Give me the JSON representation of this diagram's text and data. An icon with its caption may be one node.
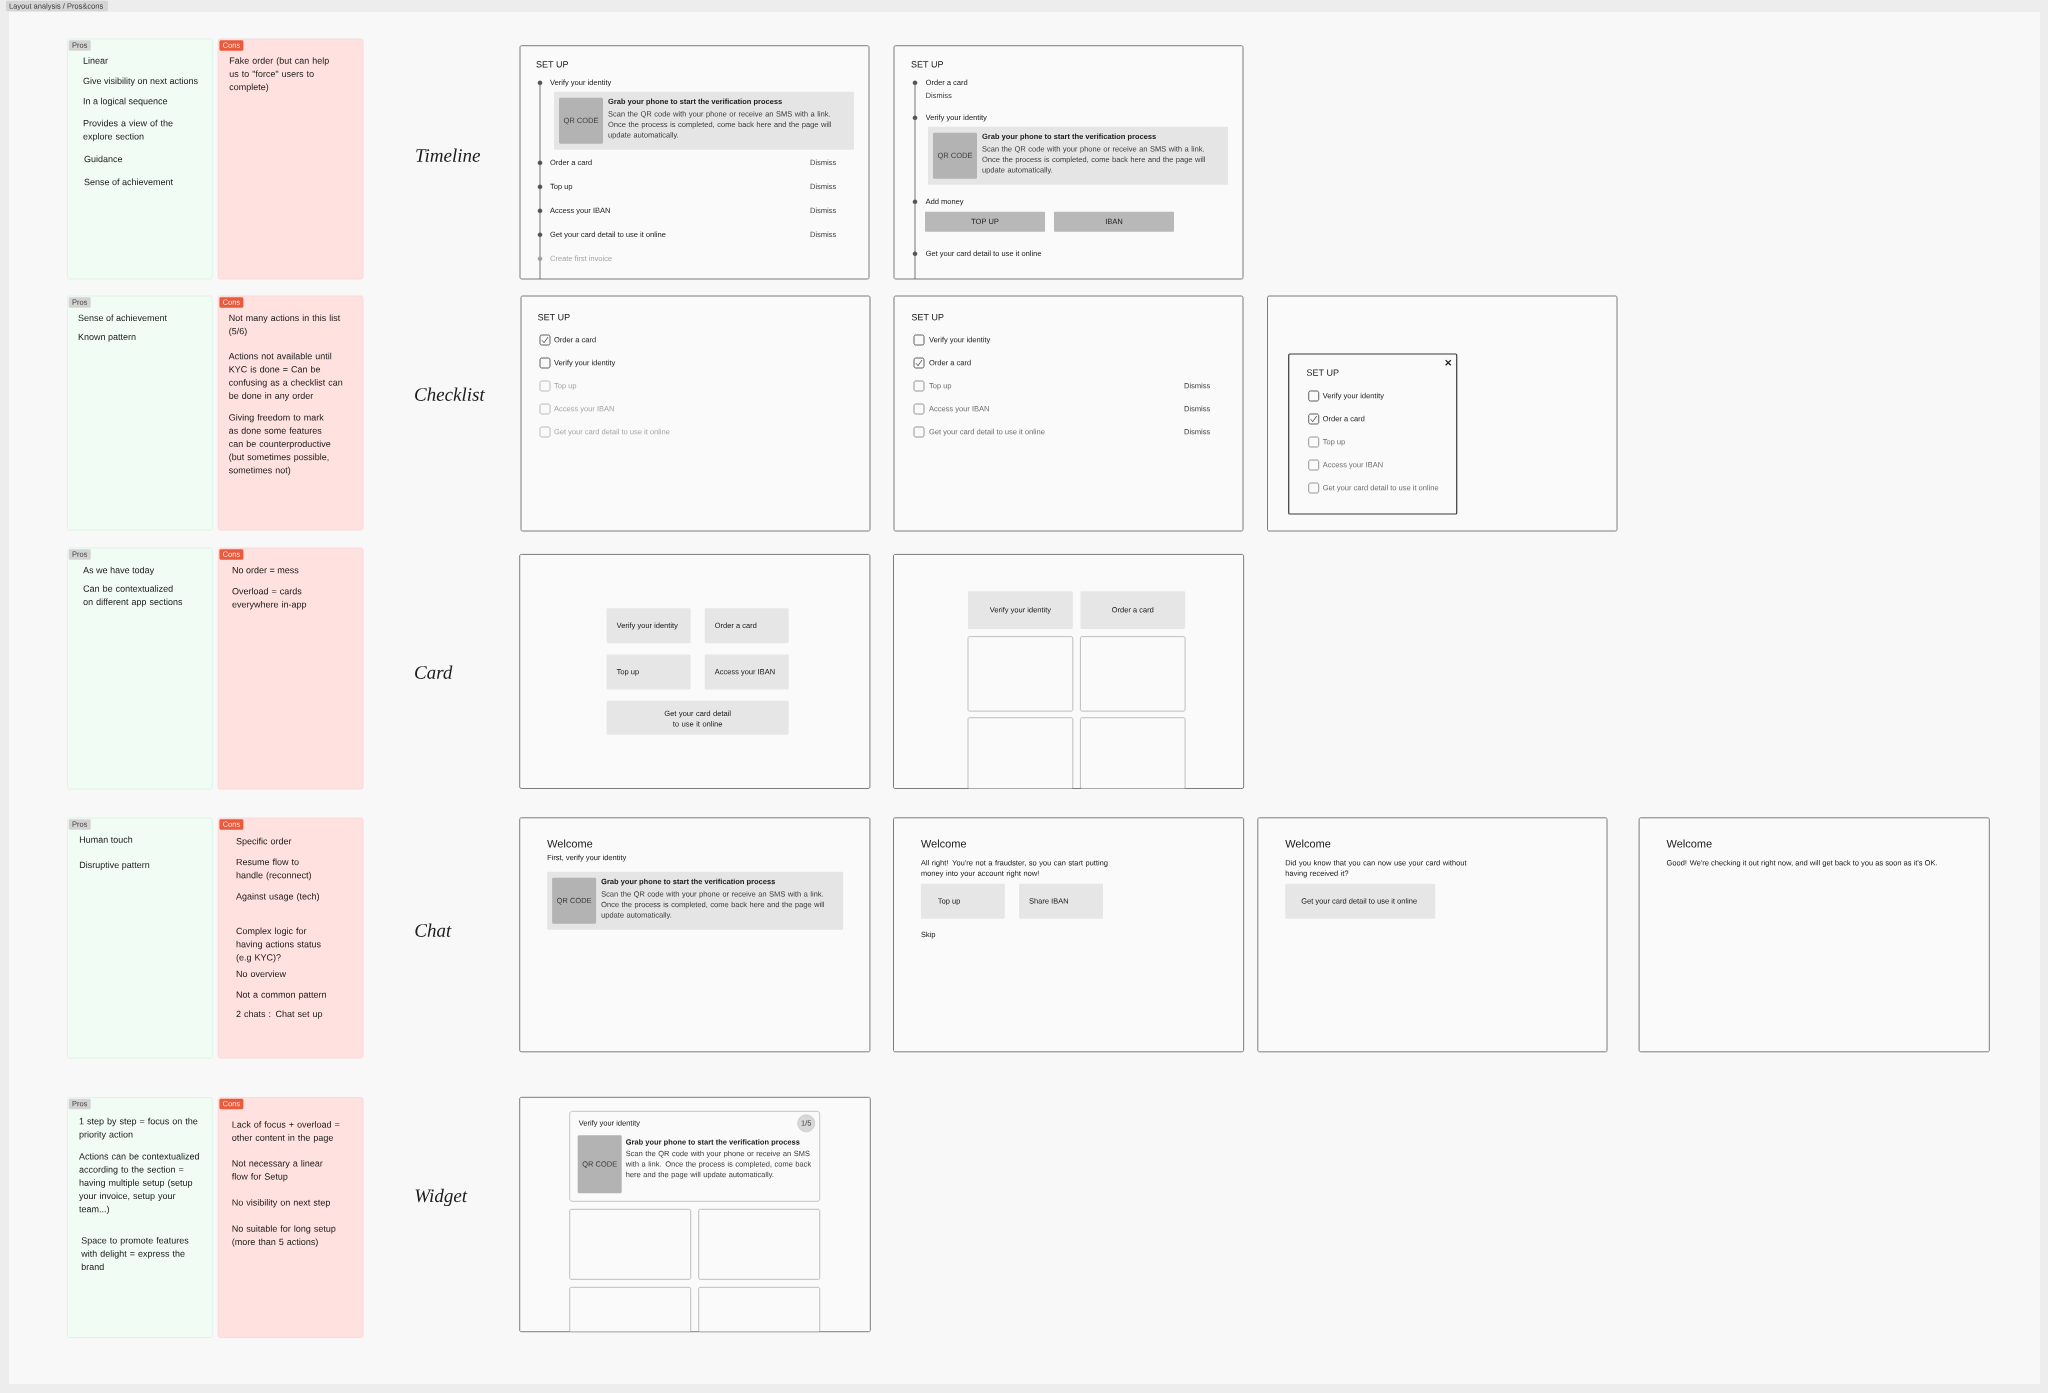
{
  "diagram": {
    "title": "Layout analysis / Pros&cons",
    "nodes": [
      {
        "text": [
          "Linear",
          "Give visibility on next actions",
          "In a logical sequence",
          "Provides a view of the explore section",
          "Guidance",
          "Sense of achievement"
        ]
      },
      {
        "text": [
          "Pros"
        ],
        "in": 0
      },
      {
        "text": [
          "Fake order (but can help us to \"force\" users to complete)"
        ]
      },
      {
        "text": [
          "Cons"
        ],
        "in": 2
      },
      {
        "text": [
          "SET UP",
          "Verify your identity",
          "Order a card",
          "Dismiss",
          "Top up",
          "Dismiss",
          "Access your IBAN",
          "Dismiss",
          "Get your card detail to use it online",
          "Dismiss",
          "Create first invoice"
        ]
      },
      {
        "text": [
          "Grab your phone to start the verification process",
          "Scan the QR code with your phone or receive an SMS with a link. Once the process is completed, come back here and the page will update automatically."
        ],
        "in": 4
      },
      {
        "text": [
          "QR CODE"
        ],
        "in": 5
      },
      {
        "text": [
          "SET UP",
          "Order a card",
          "Dismiss",
          "Verify your identity",
          "Add money",
          "Get your card detail to use it online"
        ]
      },
      {
        "text": [
          "Grab your phone to start the verification process",
          "Scan the QR code with your phone or receive an SMS with a link. Once the process is completed, come back here and the page will update automatically."
        ],
        "in": 7
      },
      {
        "text": [
          "QR CODE"
        ],
        "in": 8
      },
      {
        "text": [
          "TOP UP"
        ],
        "in": 7
      },
      {
        "text": [
          "IBAN"
        ],
        "in": 7
      },
      {
        "text": [
          "Sense of achievement",
          "Known pattern"
        ]
      },
      {
        "text": [
          "Pros"
        ],
        "in": 12
      },
      {
        "text": [
          "Not many actions in this list (5/6)",
          "Actions not available until KYC is done = Can be confusing as a checklist can be done in any order",
          "Giving freedom to mark as done some features can be counterproductive (but sometimes possible, sometimes not)"
        ]
      },
      {
        "text": [
          "Cons"
        ],
        "in": 14
      },
      {
        "text": [
          "SET UP",
          "Order a card",
          "Verify your identity",
          "Top up",
          "Access your IBAN",
          "Get your card detail to use it online"
        ]
      },
      {
        "text": [
          "SET UP",
          "Verify your identity",
          "Order a card",
          "Top up",
          "Dismiss",
          "Access your IBAN",
          "Dismiss",
          "Get your card detail to use it online",
          "Dismiss"
        ]
      },
      {
        "text": [],
        "shape": "box"
      },
      {
        "text": [
          "SET UP",
          "Verify your identity",
          "Order a card",
          "Top up",
          "Access your IBAN",
          "Get your card detail to use it online"
        ],
        "in": 18
      },
      {
        "text": [
          "As we have today",
          "Can be contextualized on different app sections"
        ]
      },
      {
        "text": [
          "Pros"
        ],
        "in": 20
      },
      {
        "text": [
          "No order = mess",
          "Overload = cards everywhere in-app"
        ]
      },
      {
        "text": [
          "Cons"
        ],
        "in": 22
      },
      {
        "text": [],
        "shape": "box"
      },
      {
        "text": [
          "Verify your identity"
        ],
        "in": 24
      },
      {
        "text": [
          "Order a card"
        ],
        "in": 24
      },
      {
        "text": [
          "Top up"
        ],
        "in": 24
      },
      {
        "text": [
          "Access your IBAN"
        ],
        "in": 24
      },
      {
        "text": [
          "Get your card detail to use it online"
        ],
        "in": 24
      },
      {
        "text": [],
        "shape": "box"
      },
      {
        "text": [
          "Verify your identity"
        ],
        "in": 30
      },
      {
        "text": [
          "Order a card"
        ],
        "in": 30
      },
      {
        "text": [],
        "shape": "box",
        "in": 30
      },
      {
        "text": [],
        "shape": "box",
        "in": 30
      },
      {
        "text": [],
        "shape": "box",
        "in": 30
      },
      {
        "text": [],
        "shape": "box",
        "in": 30
      },
      {
        "text": [
          "Human touch",
          "Disruptive pattern"
        ]
      },
      {
        "text": [
          "Pros"
        ],
        "in": 37
      },
      {
        "text": [
          "Specific order",
          "Resume flow to handle (reconnect)",
          "Against usage (tech)",
          "Complex logic for having actions status (e.g KYC)?",
          "No overview",
          "Not a common pattern",
          "2 chats : Chat set up"
        ]
      },
      {
        "text": [
          "Cons"
        ],
        "in": 39
      },
      {
        "text": [
          "Welcome",
          "First, verify your identity"
        ]
      },
      {
        "text": [
          "Grab your phone to start the verification process",
          "Scan the QR code with your phone or receive an SMS with a link. Once the process is completed, come back here and the page will update automatically."
        ],
        "in": 41
      },
      {
        "text": [
          "QR CODE"
        ],
        "in": 42
      },
      {
        "text": [
          "Welcome",
          "All right! You're not a fraudster, so you can start putting money into your account right now!",
          "Skip"
        ]
      },
      {
        "text": [
          "Top up"
        ],
        "in": 44
      },
      {
        "text": [
          "Share IBAN"
        ],
        "in": 44
      },
      {
        "text": [
          "Welcome",
          "Did you know that you can now use your card without having received it?"
        ]
      },
      {
        "text": [
          "Get your card detail to use it online"
        ],
        "in": 47
      },
      {
        "text": [
          "Welcome",
          "Good! We're checking it out right now, and will get back to you as soon as it's OK."
        ]
      },
      {
        "text": [
          "1 step by step = focus on the priority action",
          "Actions can be contextualized according to the section = having multiple setup (setup your invoice, setup your team...)",
          "Space to promote features with delight = express the brand"
        ]
      },
      {
        "text": [
          "Pros"
        ],
        "in": 50
      },
      {
        "text": [
          "Lack of focus + overload = other content in the page",
          "Not necessary a linear flow for Setup",
          "No visibility on next step",
          "No suitable for long setup (more than 5 actions)"
        ]
      },
      {
        "text": [
          "Cons"
        ],
        "in": 52
      },
      {
        "text": [],
        "shape": "box"
      },
      {
        "text": [
          "Verify your identity",
          "Grab your phone to start the verification process",
          "Scan the QR code with your phone or receive an SMS with a link. Once the process is completed, come back here and the page will update automatically."
        ],
        "in": 54
      },
      {
        "text": [
          "1/5"
        ],
        "in": 55
      },
      {
        "text": [
          "QR CODE"
        ],
        "in": 55
      },
      {
        "text": [],
        "shape": "box",
        "in": 54
      },
      {
        "text": [],
        "shape": "box",
        "in": 54
      },
      {
        "text": [],
        "shape": "box",
        "in": 54
      },
      {
        "text": [],
        "shape": "box",
        "in": 54
      }
    ],
    "labels": [
      "Timeline",
      "Checklist",
      "Card",
      "Chat",
      "Widget"
    ]
  }
}
